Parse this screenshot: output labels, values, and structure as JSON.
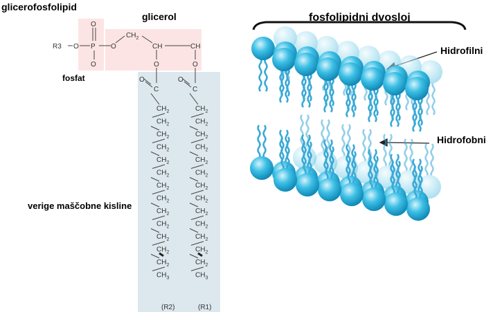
{
  "labels": {
    "glycerophospholipid": "glicerofosfolipid",
    "glycerol": "glicerol",
    "phosphate": "fosfat",
    "fatty_acid_chains": "verige maščobne kisline",
    "bilayer": "fosfolipidni dvosloj",
    "hydrophilic": "Hidrofilni",
    "hydrophobic": "Hidrofobni"
  },
  "formula": {
    "r3": "R3",
    "o": "O",
    "p": "P",
    "ch": "CH",
    "ch2": "CH",
    "ch3": "CH",
    "sub2": "2",
    "sub3": "3",
    "c": "C",
    "chain_r2": "(R2)",
    "chain_r1": "(R1)"
  },
  "colors": {
    "glycerol_box": "#fde4e4",
    "chain_box": "#dde7ee",
    "head_light": "#d6f3fb",
    "head_mid": "#3ec0e6",
    "head_dark": "#0d86b4",
    "tail": "#3aa9d6"
  }
}
